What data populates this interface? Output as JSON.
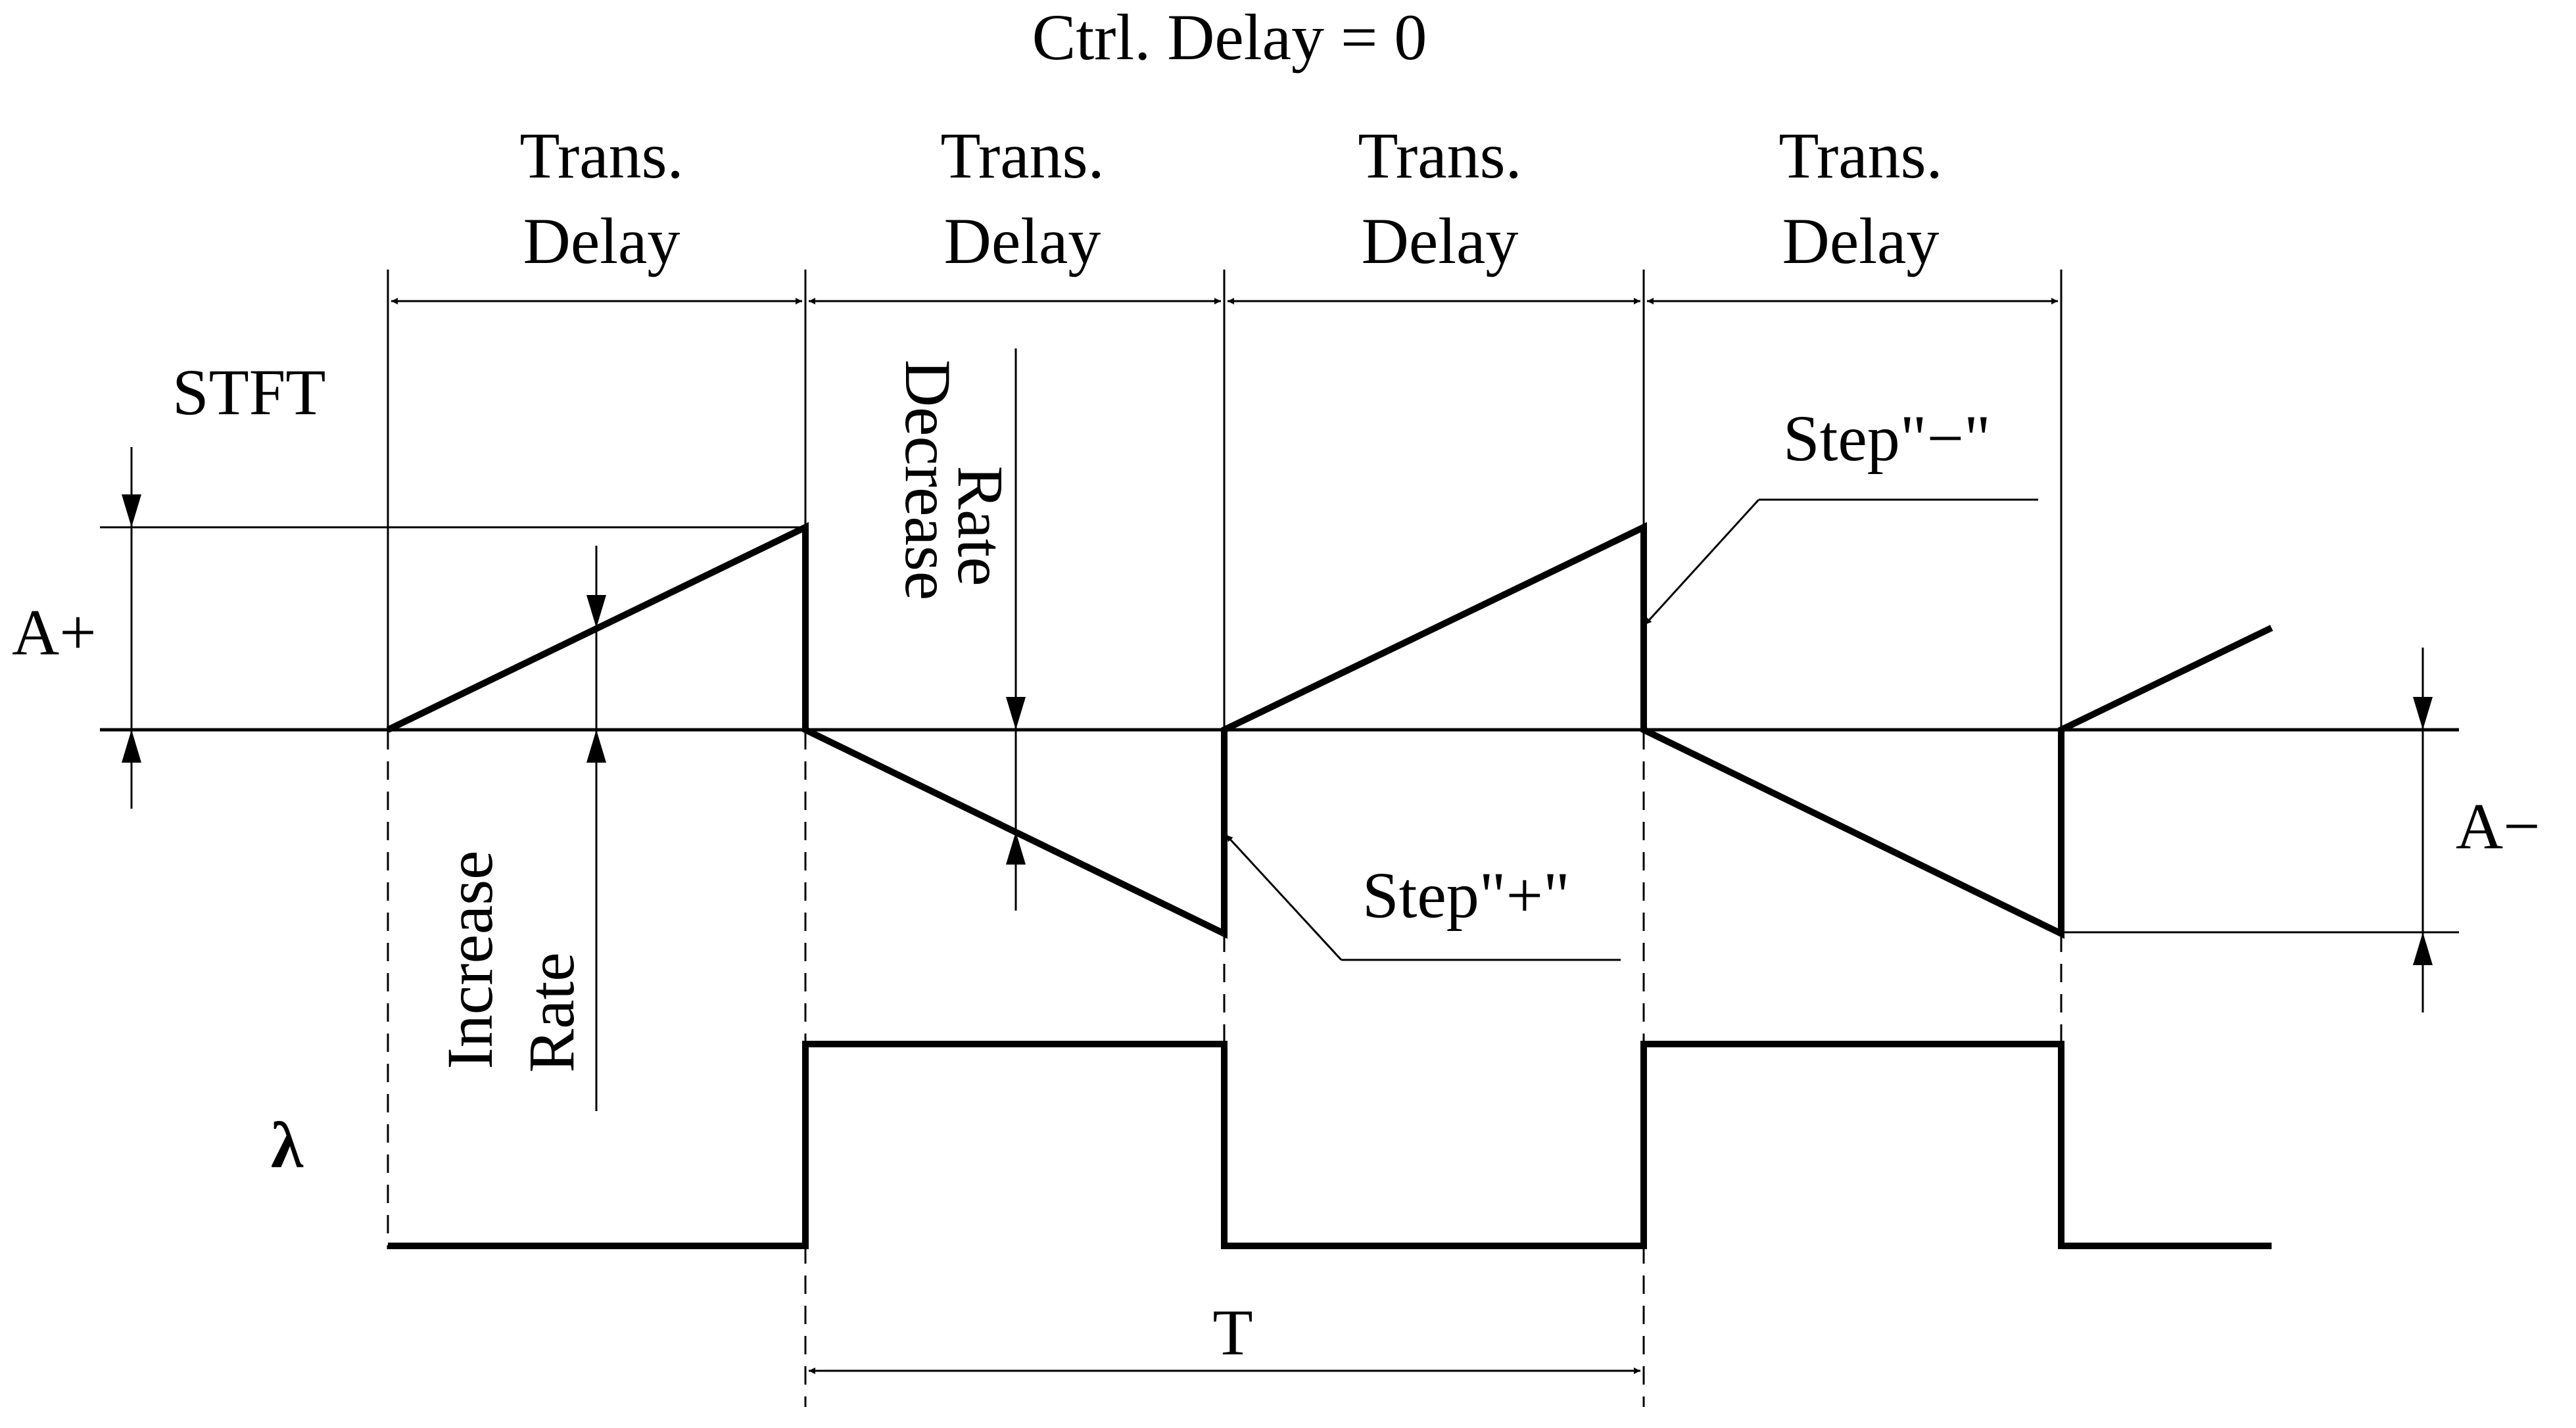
{
  "title": "Ctrl. Delay = 0",
  "trans_delay_labels": [
    {
      "line1": "Trans.",
      "line2": "Delay"
    },
    {
      "line1": "Trans.",
      "line2": "Delay"
    },
    {
      "line1": "Trans.",
      "line2": "Delay"
    },
    {
      "line1": "Trans.",
      "line2": "Delay"
    }
  ],
  "labels": {
    "stft": "STFT",
    "a_plus": "A+",
    "a_minus": "A−",
    "decrease_line1": "Decrease",
    "decrease_line2": "Rate",
    "increase_line1": "Increase",
    "increase_line2": "Rate",
    "step_minus": "Step\"−\"",
    "step_plus": "Step\"+\"",
    "lambda": "λ",
    "period": "T"
  }
}
